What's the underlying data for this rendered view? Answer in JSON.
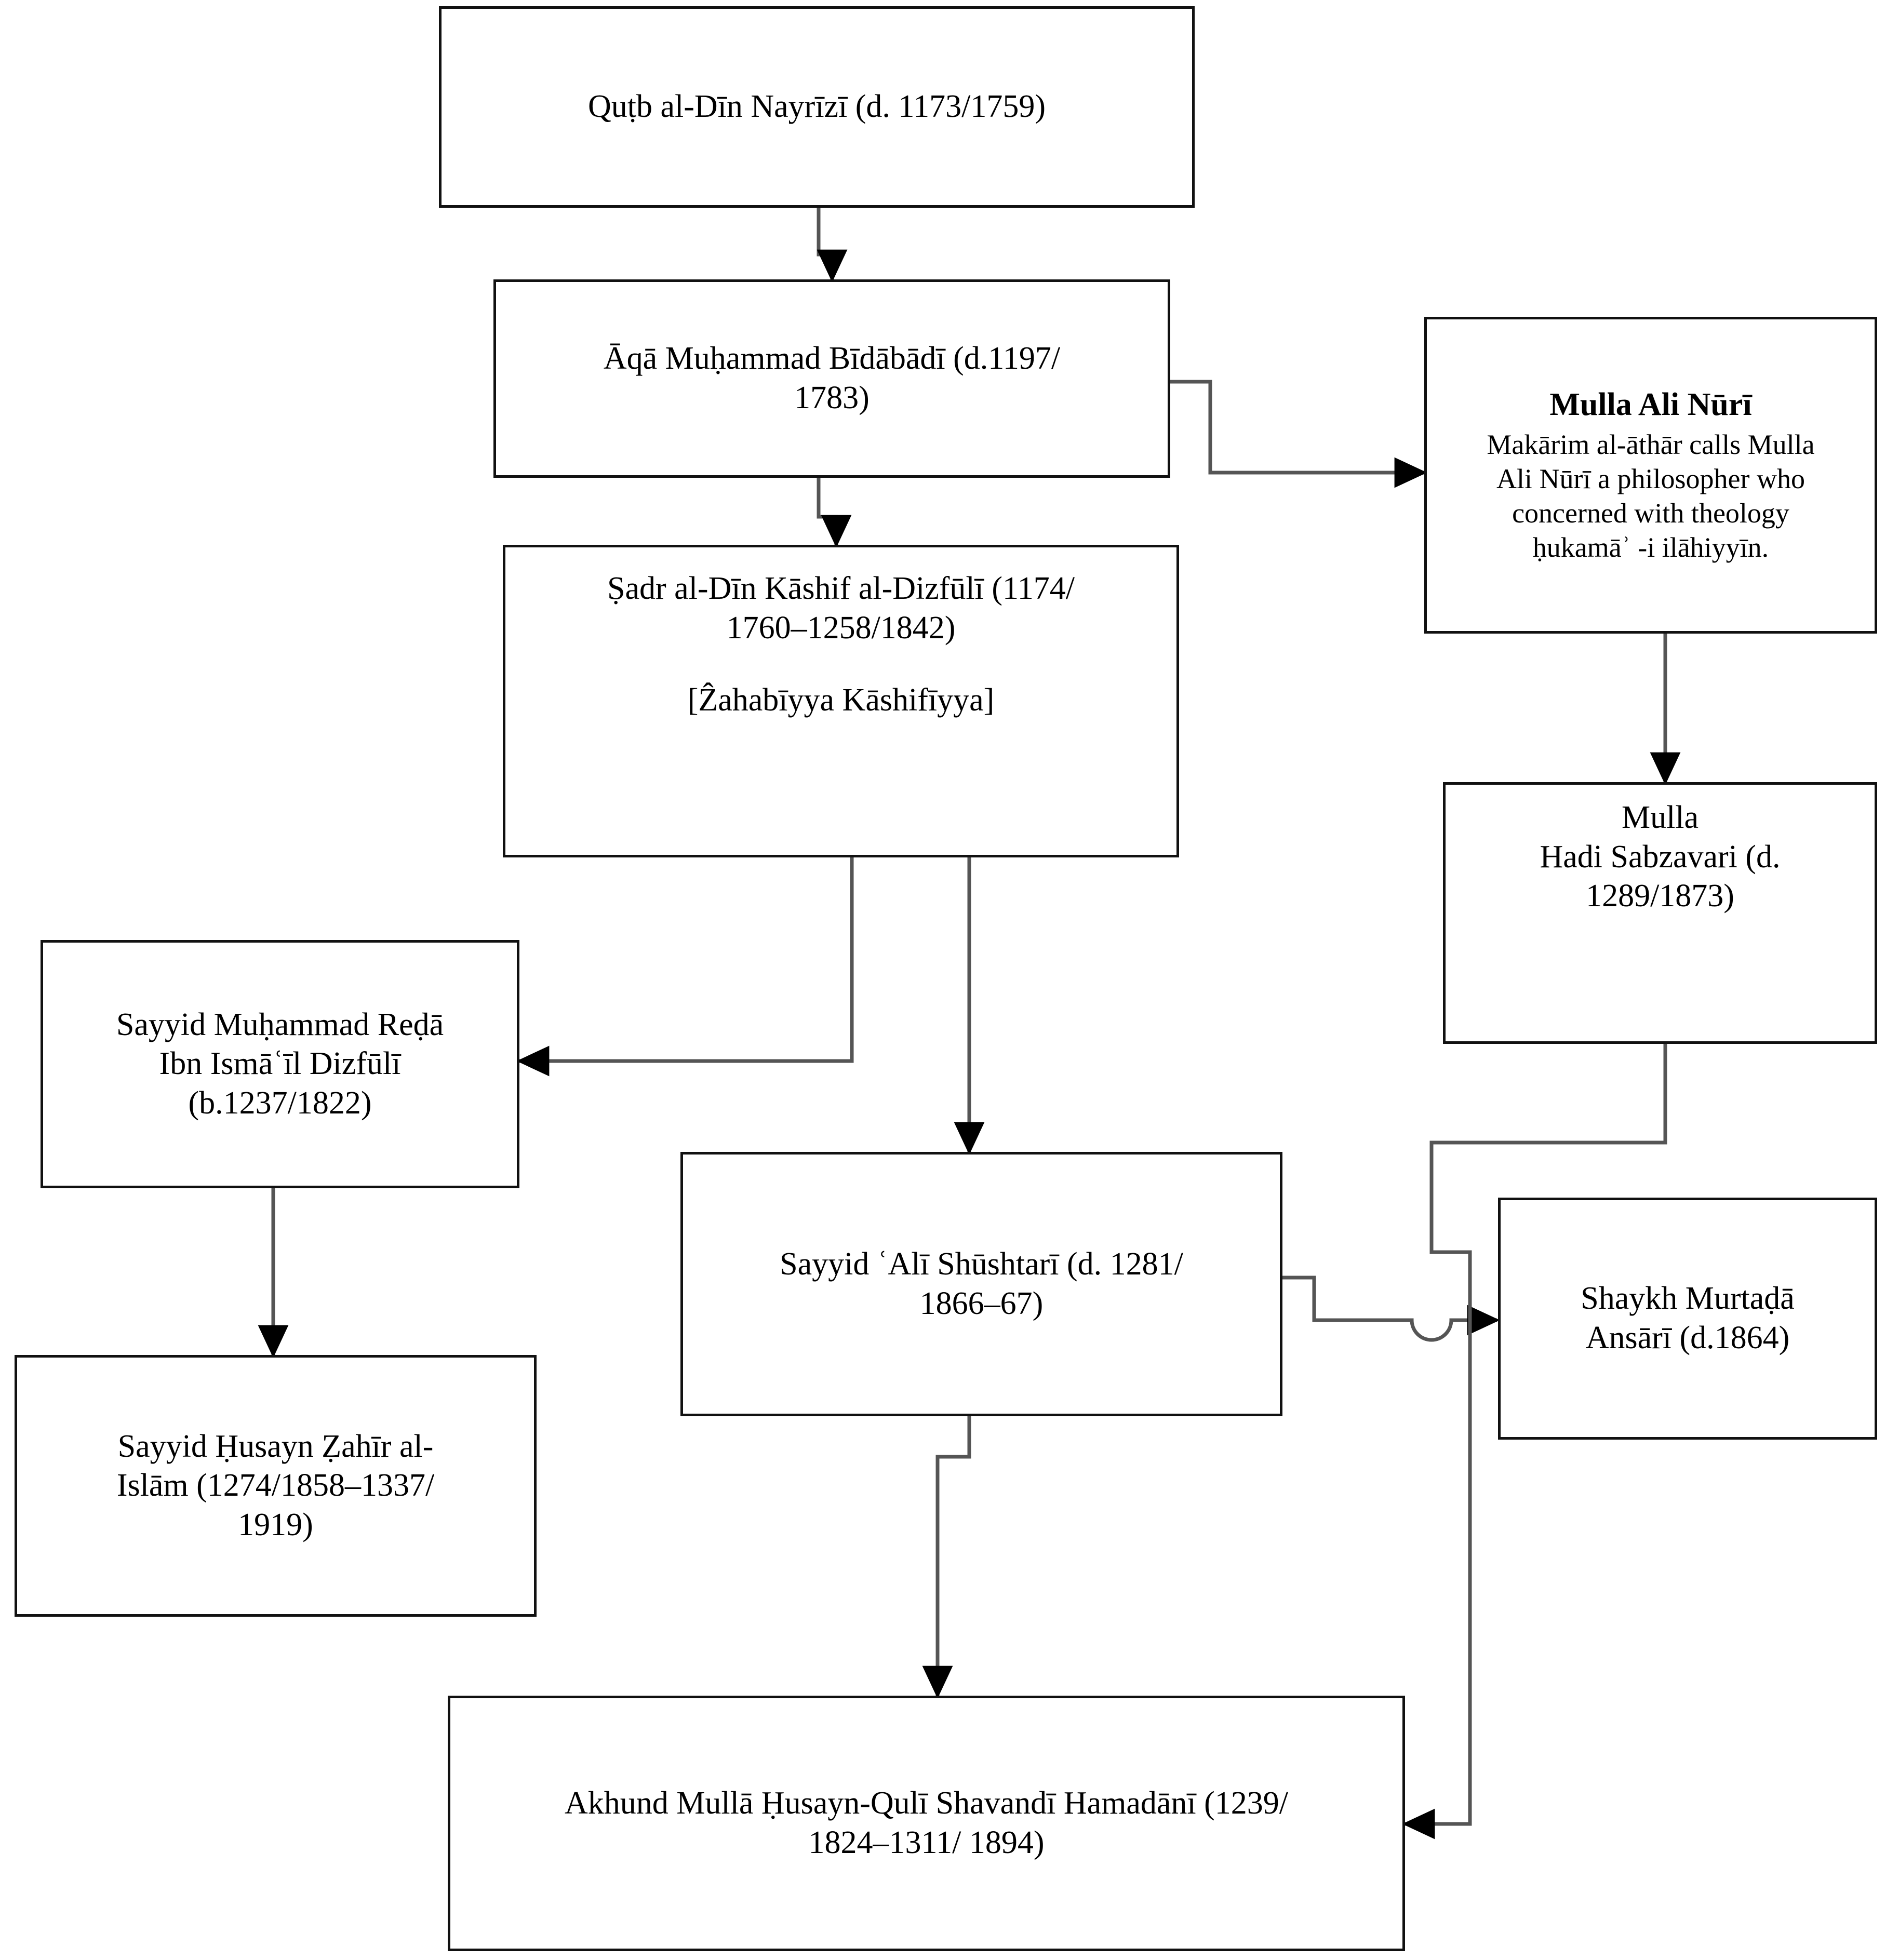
{
  "diagram": {
    "title": "Silsila chart of Qutb al-Din Nayrizi lineage",
    "colors": {
      "box_border": "#111111",
      "edge_stroke": "#555555",
      "background": "#ffffff",
      "text": "#000000"
    },
    "nodes": [
      {
        "id": "nayrizi",
        "name": "qutb-al-din-nayrizi",
        "lines": [
          "Quṭb al-Dīn Nayrīzī (d. 1173/1759)"
        ],
        "style": "main"
      },
      {
        "id": "bidabadi",
        "name": "aqa-muhammad-bidabadi",
        "lines": [
          "Āqā Muḥammad Bīdābādī (d.1197/",
          "1783)"
        ],
        "style": "main"
      },
      {
        "id": "nuri",
        "name": "mulla-ali-nuri",
        "title": "Mulla Ali Nūrī",
        "lines": [
          "Makārim al-āthār calls Mulla",
          "Ali Nūrī a philosopher who",
          "concerned with theology",
          "ḥukamāʾ -i ilāhiyyīn."
        ],
        "style": "note"
      },
      {
        "id": "kashif",
        "name": "sadr-al-din-kashif-al-dizfuli",
        "lines": [
          "Ṣadr al-Dīn Kāshif al-Dizfūlī (1174/",
          "1760–1258/1842)"
        ],
        "extra_lines": [
          "[Ẑahabīyya Kāshifīyya]"
        ],
        "style": "main"
      },
      {
        "id": "sabzavari",
        "name": "mulla-hadi-sabzavari",
        "lines": [
          "Mulla",
          "Hadi Sabzavari (d.",
          "1289/1873)"
        ],
        "style": "main"
      },
      {
        "id": "dizfuli",
        "name": "sayyid-muhammad-reda-ibn-ismail-dizfuli",
        "lines": [
          "Sayyid Muḥammad Reḍā",
          "Ibn Ismāʿīl Dizfūlī",
          "(b.1237/1822)"
        ],
        "style": "main"
      },
      {
        "id": "shushtari",
        "name": "sayyid-ali-shushtari",
        "lines": [
          "Sayyid ʿAlī Shūshtarī (d. 1281/",
          "1866–67)"
        ],
        "style": "main"
      },
      {
        "id": "ansari",
        "name": "shaykh-murtada-ansari",
        "lines": [
          "Shaykh Murtaḍā",
          "Ansārī (d.1864)"
        ],
        "style": "main"
      },
      {
        "id": "zahir",
        "name": "sayyid-husayn-zahir-al-islam",
        "lines": [
          "Sayyid Ḥusayn Ẓahīr al-",
          "Islām (1274/1858–1337/",
          "1919)"
        ],
        "style": "main"
      },
      {
        "id": "hamadani",
        "name": "akhund-mulla-husayn-quli-shavandi-hamadani",
        "lines": [
          "Akhund Mullā Ḥusayn-Qulī Shavandī Hamadānī (1239/",
          "1824–1311/ 1894)"
        ],
        "style": "main"
      }
    ],
    "edges": [
      {
        "from": "nayrizi",
        "to": "bidabadi",
        "name": "edge-nayrizi-to-bidabadi"
      },
      {
        "from": "bidabadi",
        "to": "nuri",
        "name": "edge-bidabadi-to-nuri"
      },
      {
        "from": "bidabadi",
        "to": "kashif",
        "name": "edge-bidabadi-to-kashif"
      },
      {
        "from": "nuri",
        "to": "sabzavari",
        "name": "edge-nuri-to-sabzavari"
      },
      {
        "from": "kashif",
        "to": "dizfuli",
        "name": "edge-kashif-to-dizfuli"
      },
      {
        "from": "kashif",
        "to": "shushtari",
        "name": "edge-kashif-to-shushtari"
      },
      {
        "from": "dizfuli",
        "to": "zahir",
        "name": "edge-dizfuli-to-zahir"
      },
      {
        "from": "shushtari",
        "to": "ansari",
        "name": "edge-shushtari-to-ansari"
      },
      {
        "from": "shushtari",
        "to": "hamadani",
        "name": "edge-shushtari-to-hamadani"
      },
      {
        "from": "sabzavari",
        "to": "hamadani",
        "name": "edge-sabzavari-to-hamadani"
      }
    ]
  }
}
